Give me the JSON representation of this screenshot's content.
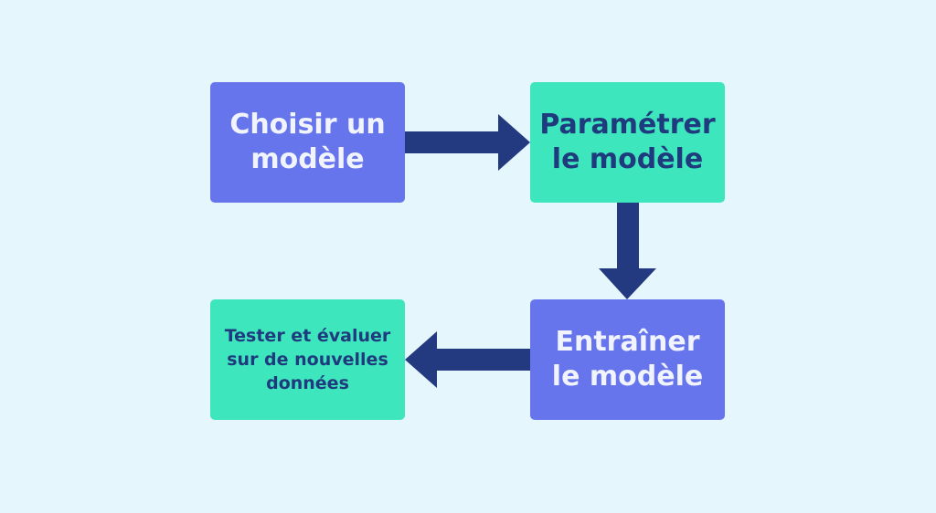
{
  "colors": {
    "background": "#E6F6FD",
    "blue_box": "#6675EC",
    "green_box": "#3EE6BE",
    "arrow": "#243A80",
    "light_text": "#F1F4FF",
    "dark_text": "#1F3A7D"
  },
  "steps": [
    {
      "lines": [
        "Choisir un",
        "modèle"
      ]
    },
    {
      "lines": [
        "Paramétrer",
        "le modèle"
      ]
    },
    {
      "lines": [
        "Entraîner",
        "le modèle"
      ]
    },
    {
      "lines": [
        "Tester et évaluer",
        "sur de nouvelles",
        "données"
      ]
    }
  ]
}
